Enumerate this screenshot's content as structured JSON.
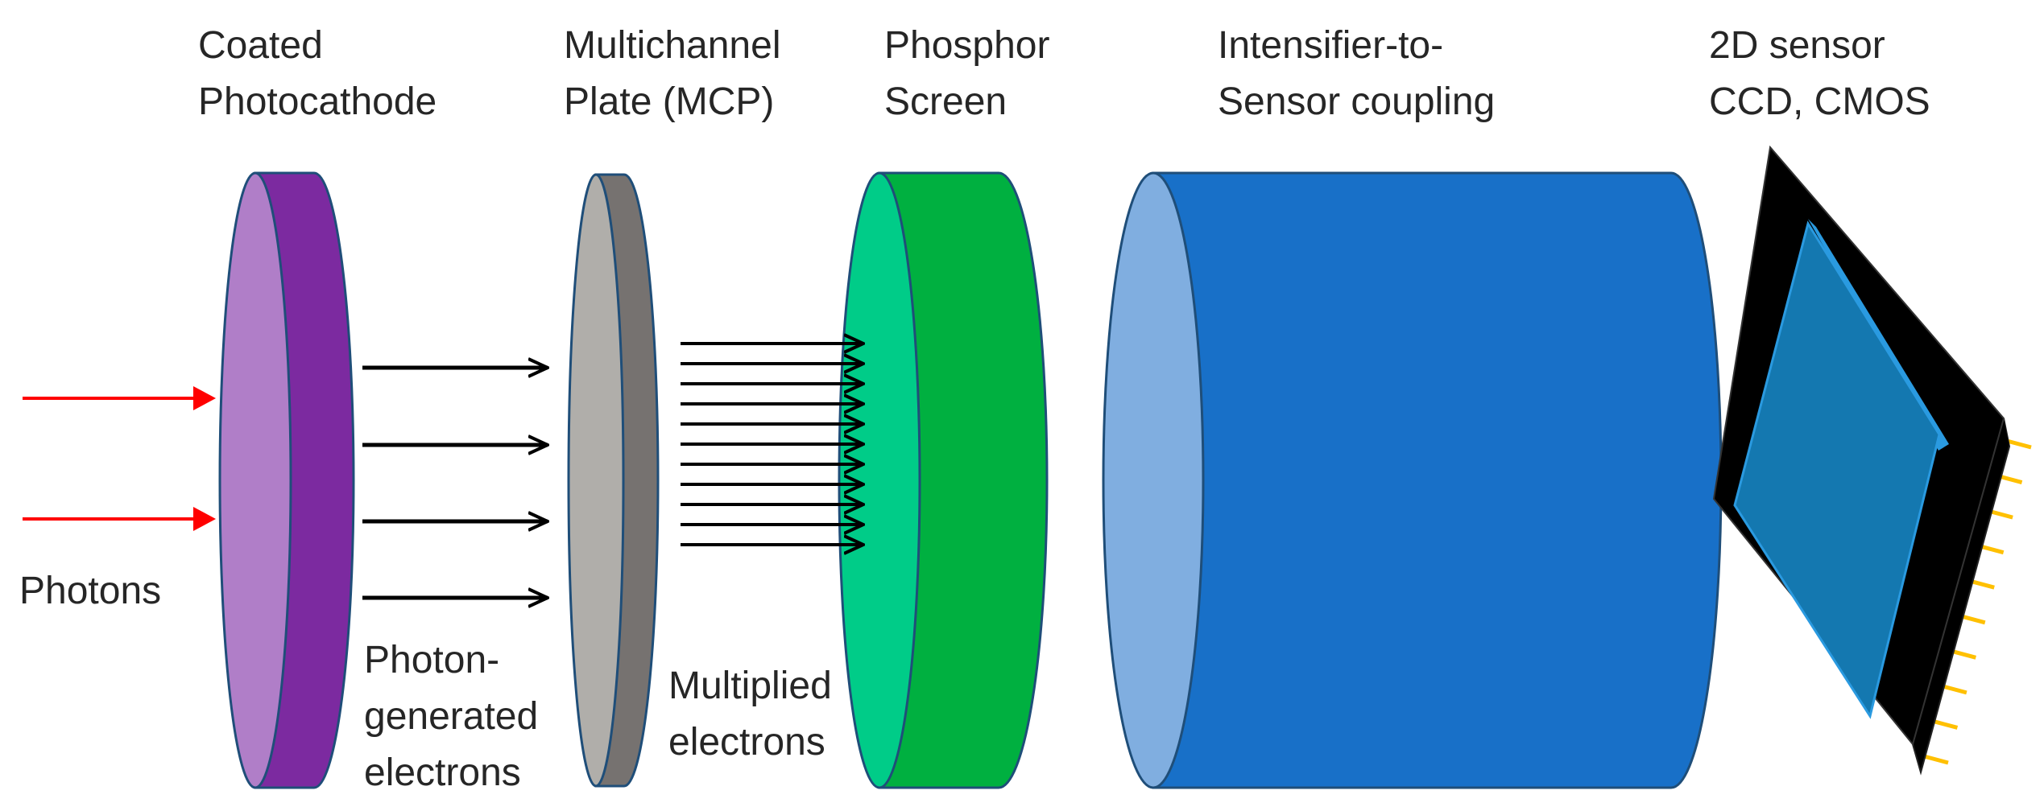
{
  "labels": {
    "photocathode": [
      "Coated",
      "Photocathode"
    ],
    "mcp": [
      "Multichannel",
      "Plate (MCP)"
    ],
    "phosphor": [
      "Phosphor",
      "Screen"
    ],
    "coupling": [
      "Intensifier-to-",
      "Sensor coupling"
    ],
    "sensor": [
      "2D sensor",
      "CCD, CMOS"
    ],
    "photons": [
      "Photons"
    ],
    "photon_electrons": [
      "Photon-",
      "generated",
      "electrons"
    ],
    "multiplied_electrons": [
      "Multiplied",
      "electrons"
    ]
  },
  "colors": {
    "photon_arrow": "#ff0000",
    "electron_arrow": "#000000",
    "photocathode_face": "#b07ec8",
    "photocathode_body": "#7c2aa0",
    "mcp_face": "#b0aeaa",
    "mcp_body": "#767270",
    "phosphor_face": "#00cc88",
    "phosphor_body": "#00b040",
    "coupling_face": "#80aee0",
    "coupling_body": "#1870c8",
    "outline": "#1f4e79",
    "sensor_frame": "#000000",
    "sensor_chip": "#1478b0",
    "sensor_chip_edge": "#2a9ae0",
    "sensor_pins": "#ffc000"
  }
}
